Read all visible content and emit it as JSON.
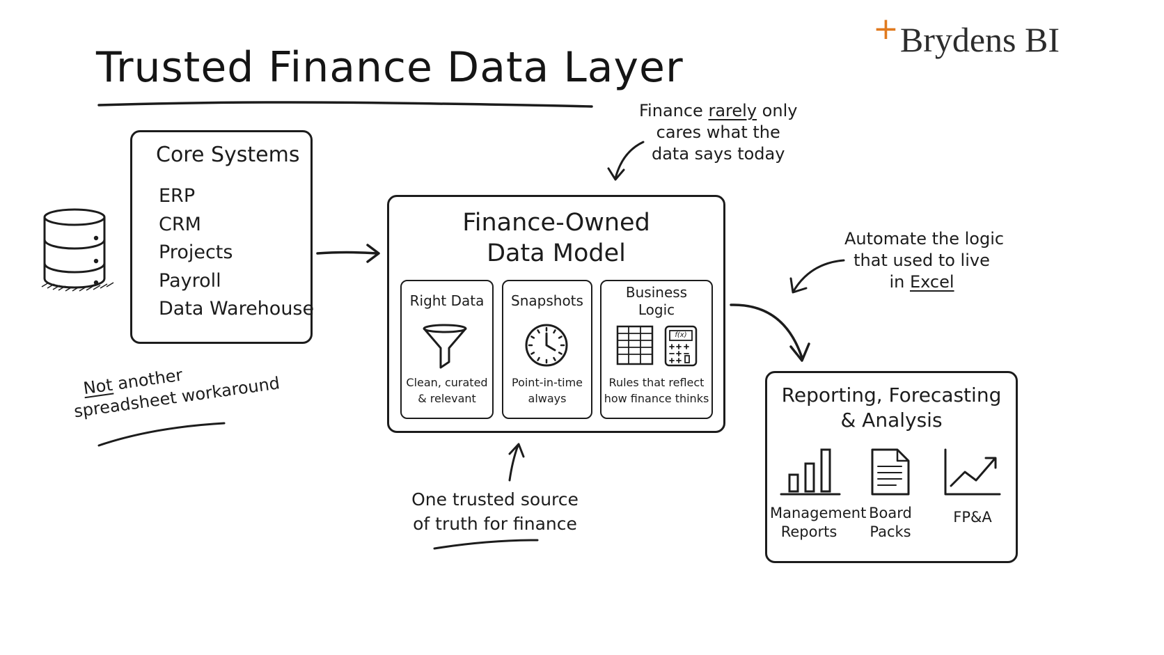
{
  "title": "Trusted Finance Data Layer",
  "logo": {
    "plus": "+",
    "text": "Brydens BI",
    "accent_color": "#e07a1f"
  },
  "core_systems": {
    "title": "Core Systems",
    "items": [
      "ERP",
      "CRM",
      "Projects",
      "Payroll",
      "Data Warehouse"
    ]
  },
  "model": {
    "title_line1": "Finance-Owned",
    "title_line2": "Data Model",
    "panels": [
      {
        "title": "Right Data",
        "caption_line1": "Clean, curated",
        "caption_line2": "& relevant",
        "icon": "funnel-icon"
      },
      {
        "title": "Snapshots",
        "caption_line1": "Point-in-time",
        "caption_line2": "always",
        "icon": "clock-icon"
      },
      {
        "title_line1": "Business",
        "title_line2": "Logic",
        "caption_line1": "Rules that reflect",
        "caption_line2": "how finance thinks",
        "icon": "spreadsheet-calculator-icon",
        "calc_label": "f(x)"
      }
    ]
  },
  "reporting": {
    "title_line1": "Reporting, Forecasting",
    "title_line2": "& Analysis",
    "items": [
      {
        "line1": "Management",
        "line2": "Reports",
        "icon": "bar-chart-icon"
      },
      {
        "line1": "Board",
        "line2": "Packs",
        "icon": "document-icon"
      },
      {
        "line1": "FP&A",
        "line2": "",
        "icon": "line-chart-icon"
      }
    ]
  },
  "notes": {
    "today": {
      "w1": "Finance",
      "w2": "rarely",
      "w3": "only",
      "line2": "cares what the",
      "line3": "data says today"
    },
    "excel": {
      "line1": "Automate the logic",
      "line2": "that used to live",
      "w1": "in",
      "w2": "Excel"
    },
    "spreadsheet": {
      "w1": "Not",
      "w2": "another",
      "line2": "spreadsheet workaround"
    },
    "truth": {
      "line1": "One trusted source",
      "line2": "of truth for finance"
    }
  }
}
